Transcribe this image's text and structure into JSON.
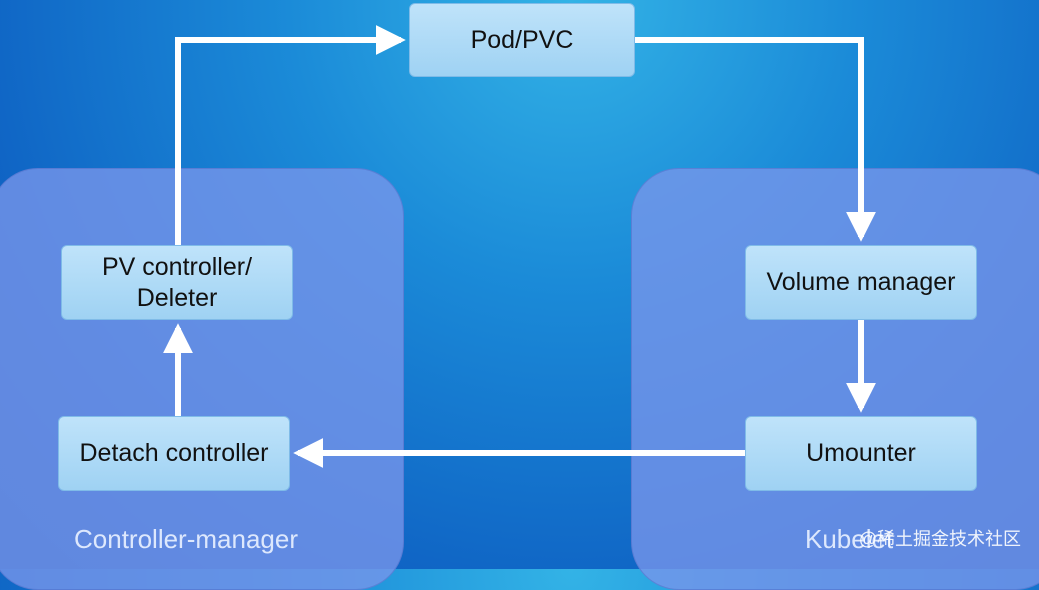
{
  "groups": {
    "left_label": "Controller-manager",
    "right_label": "Kubelet"
  },
  "boxes": {
    "pod_pvc": "Pod/PVC",
    "pv_controller_line1": "PV controller/",
    "pv_controller_line2": "Deleter",
    "volume_manager": "Volume manager",
    "detach_controller": "Detach controller",
    "umounter": "Umounter"
  },
  "watermark": "@稀土掘金技术社区",
  "colors": {
    "arrow": "#ffffff",
    "box_fill": "#b3dcf7",
    "group_fill": "#7896eb"
  }
}
